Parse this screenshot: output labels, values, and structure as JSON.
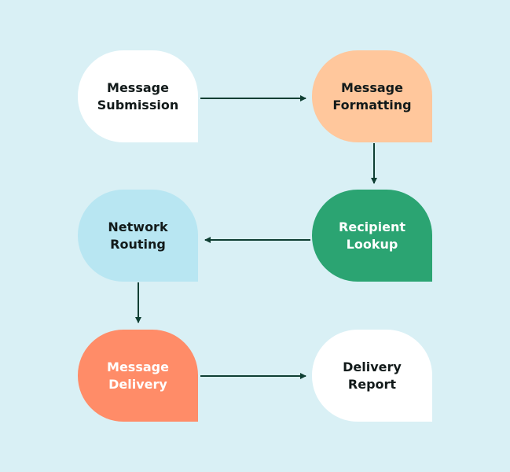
{
  "colors": {
    "background": "#d9f0f5",
    "arrow": "#0f3f33"
  },
  "nodes": [
    {
      "id": "submission",
      "line1": "Message",
      "line2": "Submission",
      "fill": "#ffffff",
      "text_color": "#121a1a"
    },
    {
      "id": "formatting",
      "line1": "Message",
      "line2": "Formatting",
      "fill": "#ffc79c",
      "text_color": "#121a1a"
    },
    {
      "id": "lookup",
      "line1": "Recipient",
      "line2": "Lookup",
      "fill": "#2ba472",
      "text_color": "#ffffff"
    },
    {
      "id": "routing",
      "line1": "Network",
      "line2": "Routing",
      "fill": "#b8e6f2",
      "text_color": "#121a1a"
    },
    {
      "id": "delivery",
      "line1": "Message",
      "line2": "Delivery",
      "fill": "#ff8c68",
      "text_color": "#ffffff"
    },
    {
      "id": "report",
      "line1": "Delivery",
      "line2": "Report",
      "fill": "#ffffff",
      "text_color": "#121a1a"
    }
  ],
  "edges": [
    {
      "from": "submission",
      "to": "formatting"
    },
    {
      "from": "formatting",
      "to": "lookup"
    },
    {
      "from": "lookup",
      "to": "routing"
    },
    {
      "from": "routing",
      "to": "delivery"
    },
    {
      "from": "delivery",
      "to": "report"
    }
  ]
}
